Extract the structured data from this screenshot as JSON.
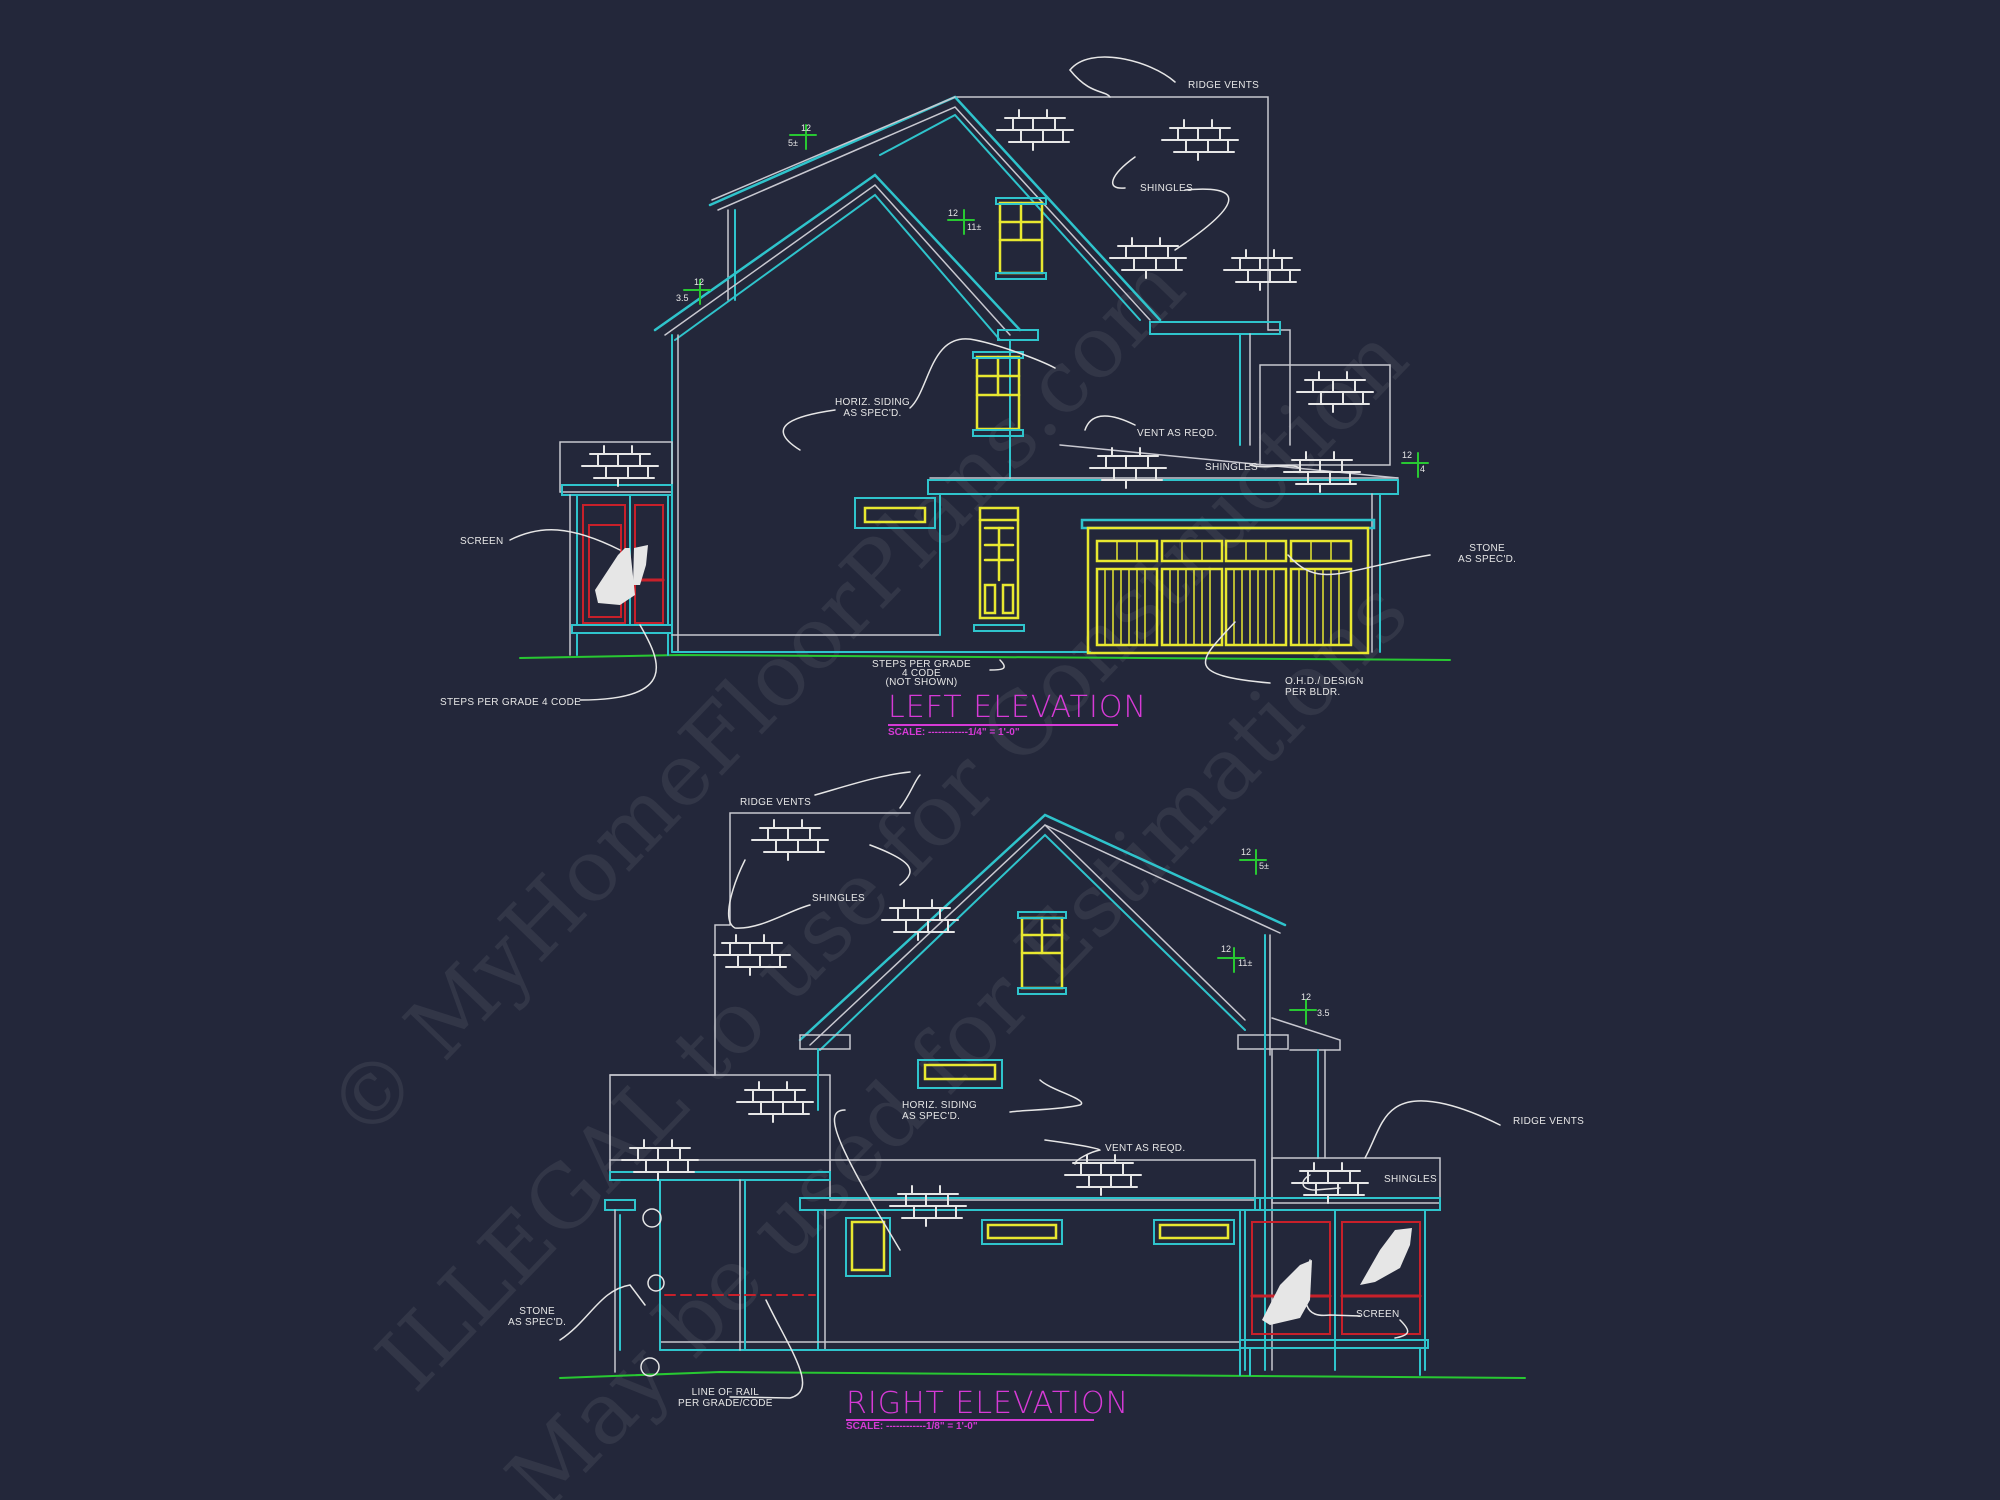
{
  "watermark": {
    "line1": "© MyHomeFloorPlans.com",
    "line2": "ILLEGAL to use for Construction",
    "line3": "May be used for Estimations"
  },
  "left_elevation": {
    "title": "LEFT ELEVATION",
    "scale": "SCALE: ------------1/4\" = 1'-0\"",
    "labels": {
      "ridge_vents": "RIDGE VENTS",
      "shingles_top": "SHINGLES",
      "horiz_siding": "HORIZ. SIDING\nAS SPEC'D.",
      "vent": "VENT AS REQD.",
      "shingles_mid": "SHINGLES",
      "screen": "SCREEN",
      "stone": "STONE\nAS SPEC'D.",
      "steps_grade_code": "STEPS PER GRADE 4 CODE",
      "steps_not_shown": "STEPS PER GRADE\n4 CODE\n(NOT SHOWN)",
      "ohd_design": "O.H.D./ DESIGN\nPER BLDR."
    },
    "pitches": [
      {
        "rise": "12",
        "run": "5±"
      },
      {
        "rise": "12",
        "run": "11±"
      },
      {
        "rise": "12",
        "run": "3.5"
      },
      {
        "rise": "12",
        "run": "4"
      }
    ]
  },
  "right_elevation": {
    "title": "RIGHT ELEVATION",
    "scale": "SCALE: ------------1/8\" = 1'-0\"",
    "labels": {
      "ridge_vents_top": "RIDGE VENTS",
      "shingles_top": "SHINGLES",
      "horiz_siding": "HORIZ. SIDING\nAS SPEC'D.",
      "vent": "VENT AS REQD.",
      "ridge_vents_right": "RIDGE VENTS",
      "shingles_right": "SHINGLES",
      "stone": "STONE\nAS SPEC'D.",
      "line_of_rail": "LINE OF RAIL\nPER GRADE/CODE",
      "screen": "SCREEN"
    },
    "pitches": [
      {
        "rise": "12",
        "run": "5±"
      },
      {
        "rise": "12",
        "run": "11±"
      },
      {
        "rise": "12",
        "run": "3.5"
      }
    ]
  },
  "colors": {
    "background": "#23273a",
    "outline": "#c8c8d0",
    "cyan": "#2fc4cc",
    "yellow": "#e8e830",
    "red": "#c8202a",
    "green": "#28c832",
    "magenta": "#d63ad6",
    "text": "#e6e6e6"
  }
}
